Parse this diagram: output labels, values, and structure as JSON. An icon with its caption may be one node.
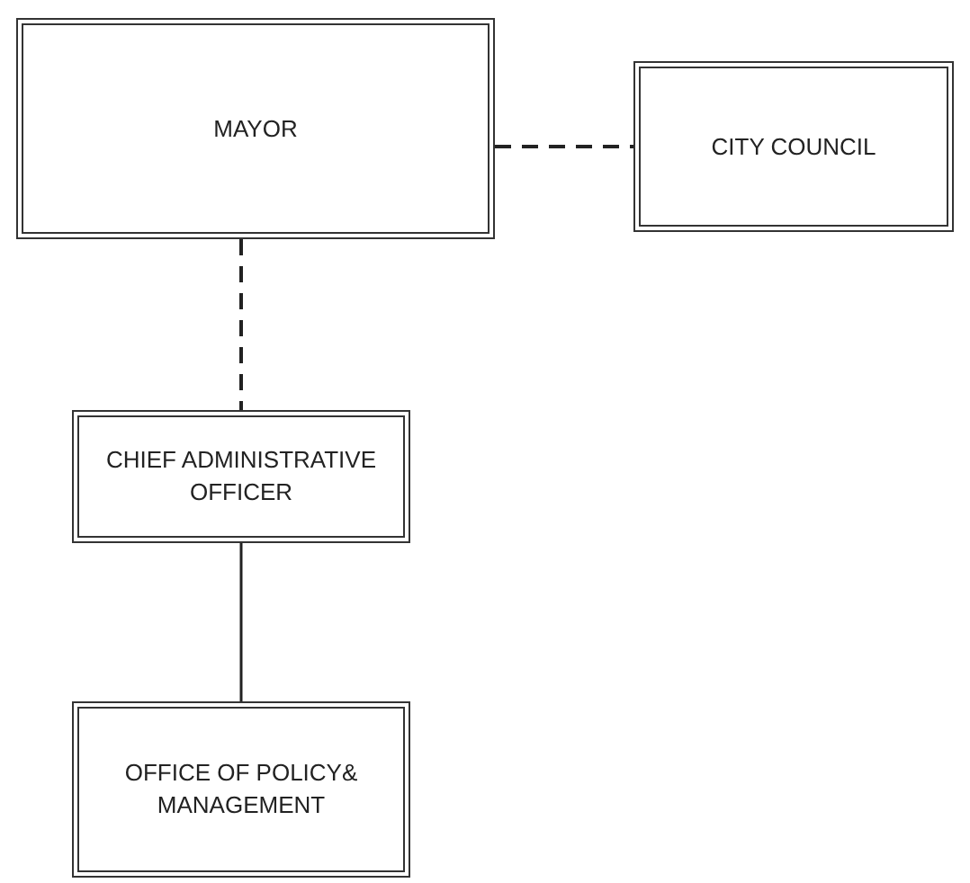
{
  "diagram": {
    "nodes": [
      {
        "text": [
          "MAYOR"
        ]
      },
      {
        "text": [
          "CITY COUNCIL"
        ]
      },
      {
        "text": [
          "CHIEF ADMINISTRATIVE OFFICER"
        ]
      },
      {
        "text": [
          "OFFICE OF POLICY& MANAGEMENT"
        ]
      }
    ],
    "edges": [
      {
        "from": 0,
        "to": 1,
        "arrow": "none",
        "style": "dashed"
      },
      {
        "from": 0,
        "to": 2,
        "arrow": "none",
        "style": "dashed"
      },
      {
        "from": 2,
        "to": 3,
        "arrow": "none"
      }
    ]
  }
}
